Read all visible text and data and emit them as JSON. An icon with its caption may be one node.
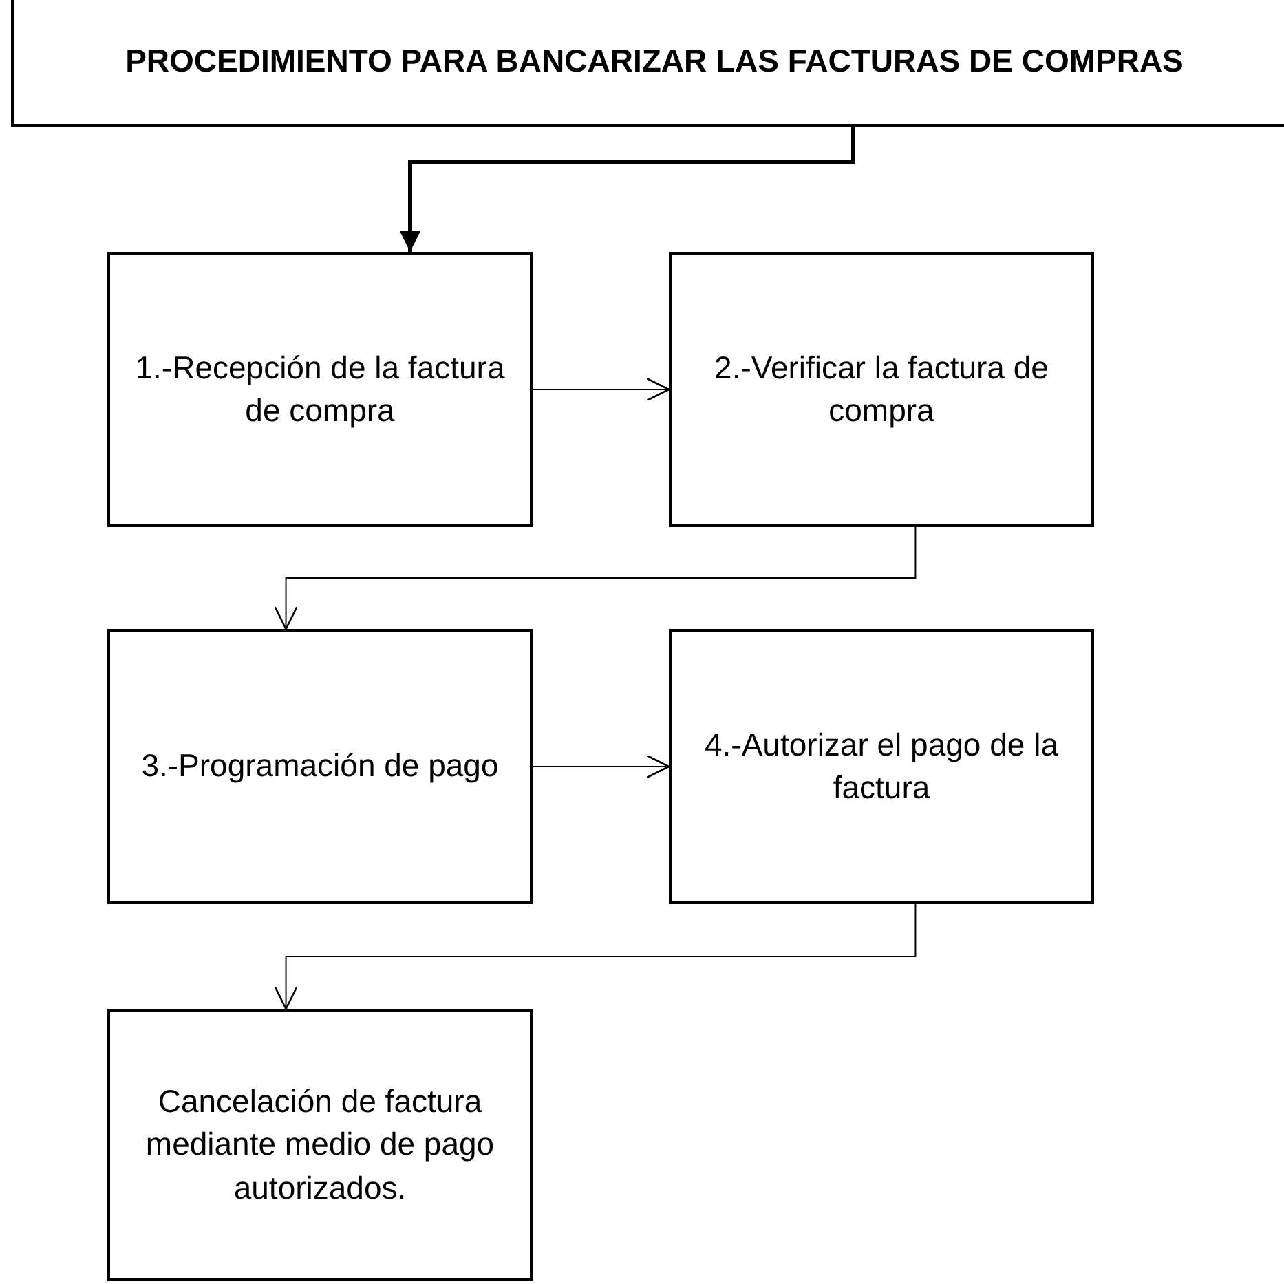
{
  "diagram": {
    "nodes": [
      {
        "text": [
          "PROCEDIMIENTO PARA BANCARIZAR LAS FACTURAS DE COMPRAS"
        ]
      },
      {
        "text": [
          "1.-Recepción de la factura de compra"
        ]
      },
      {
        "text": [
          "2.-Verificar la factura de compra"
        ]
      },
      {
        "text": [
          "3.-Programación de pago"
        ]
      },
      {
        "text": [
          "4.-Autorizar el pago de la factura"
        ]
      },
      {
        "text": [
          "Cancelación de factura mediante medio de pago autorizados."
        ]
      }
    ],
    "edges": [
      {
        "from": 0,
        "to": 1,
        "arrow": "to",
        "style": "thick"
      },
      {
        "from": 1,
        "to": 2,
        "arrow": "to"
      },
      {
        "from": 2,
        "to": 3,
        "arrow": "to"
      },
      {
        "from": 3,
        "to": 4,
        "arrow": "to"
      },
      {
        "from": 4,
        "to": 5,
        "arrow": "to"
      }
    ]
  }
}
